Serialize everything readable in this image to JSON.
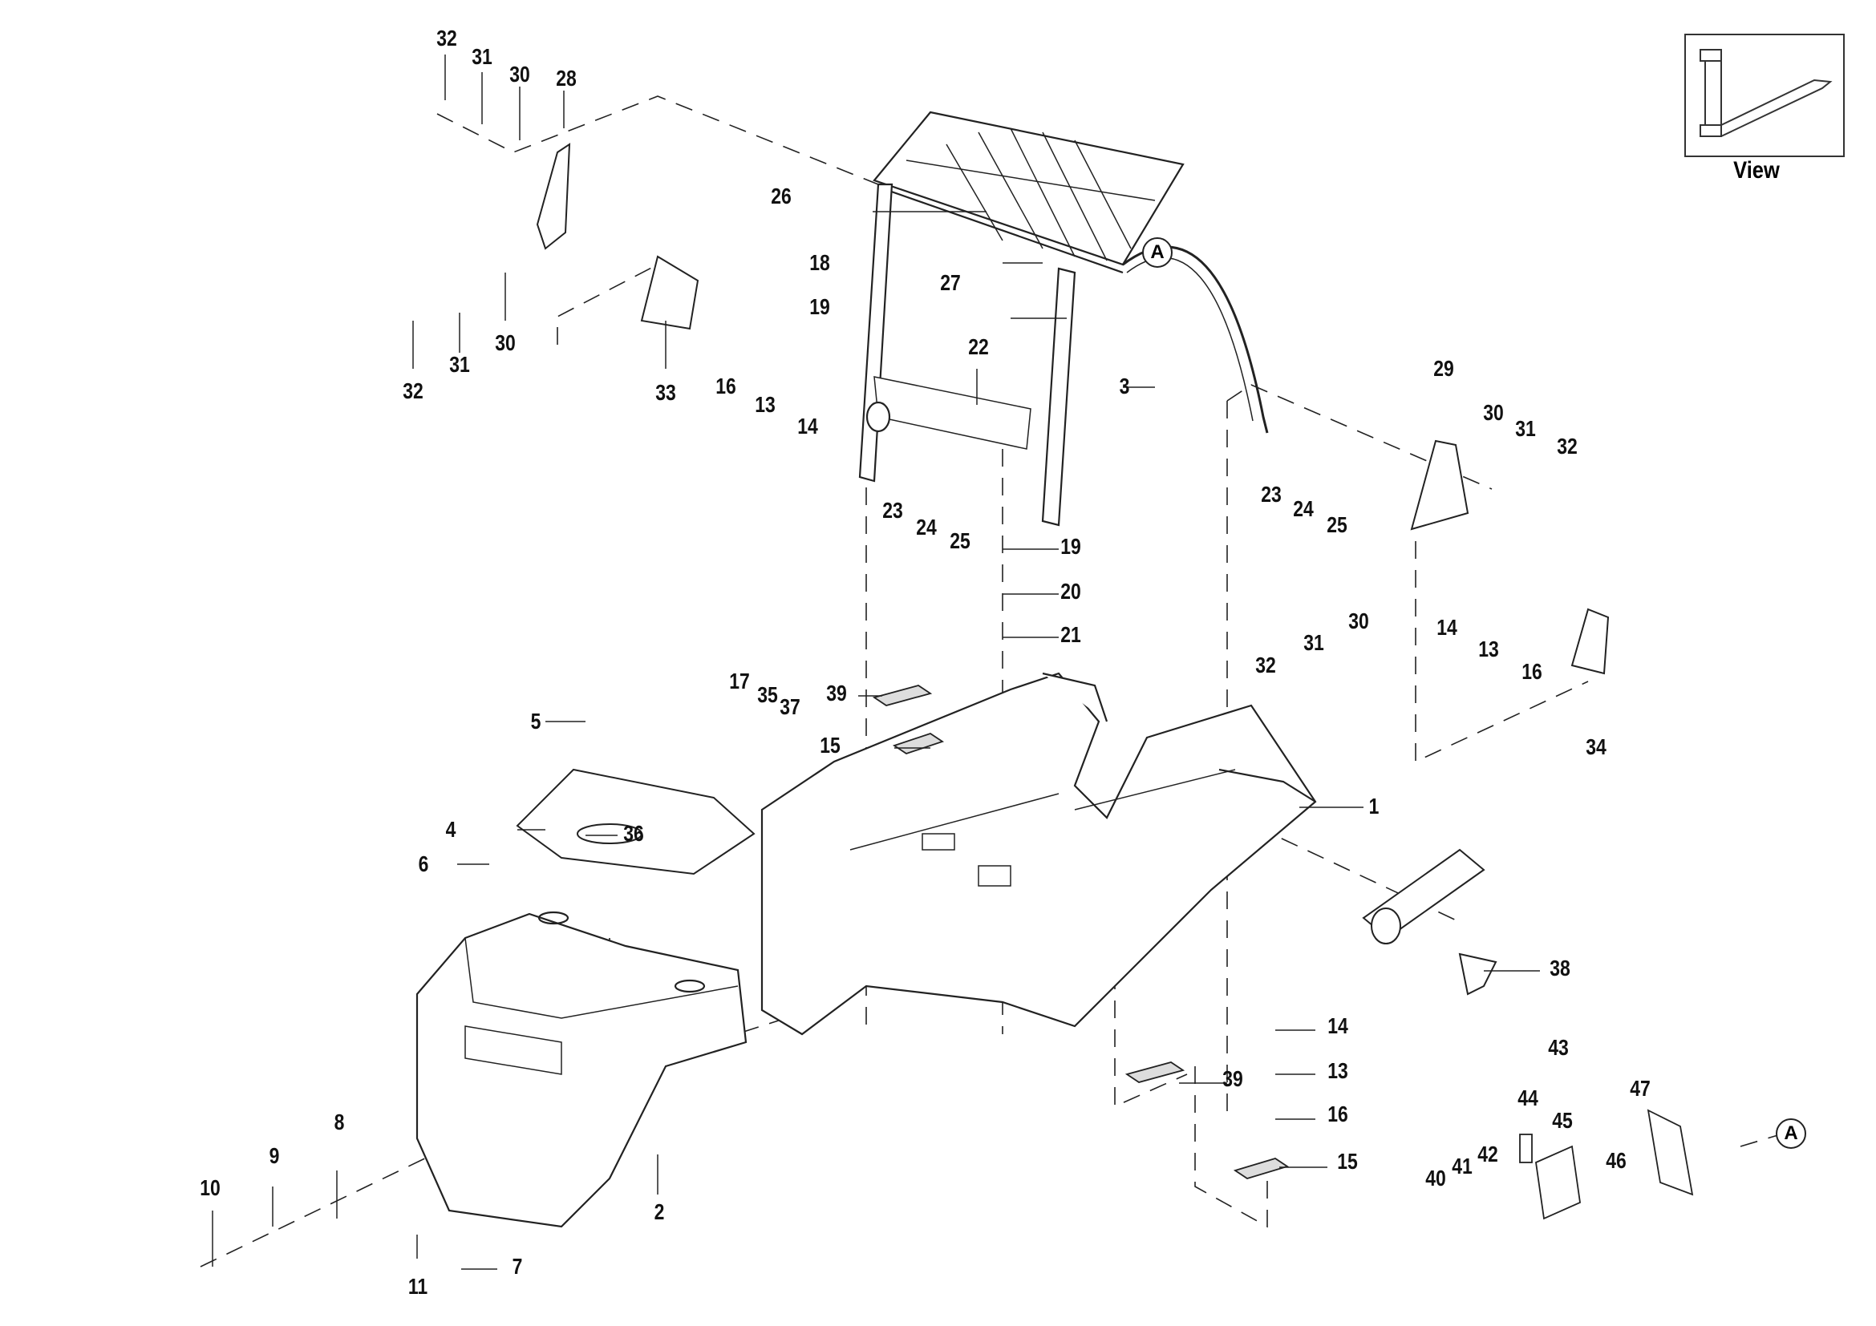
{
  "diagram": {
    "title": "Forklift overhead guard, counterweight and chassis exploded parts view",
    "view_label": "View",
    "callout_label": "A",
    "part_labels": [
      {
        "id": "l32a",
        "text": "32"
      },
      {
        "id": "l31a",
        "text": "31"
      },
      {
        "id": "l30a",
        "text": "30"
      },
      {
        "id": "l28",
        "text": "28"
      },
      {
        "id": "l32b",
        "text": "32"
      },
      {
        "id": "l31b",
        "text": "31"
      },
      {
        "id": "l30b",
        "text": "30"
      },
      {
        "id": "l33",
        "text": "33"
      },
      {
        "id": "l16a",
        "text": "16"
      },
      {
        "id": "l13a",
        "text": "13"
      },
      {
        "id": "l14a",
        "text": "14"
      },
      {
        "id": "l26",
        "text": "26"
      },
      {
        "id": "l18",
        "text": "18"
      },
      {
        "id": "l19a",
        "text": "19"
      },
      {
        "id": "l27",
        "text": "27"
      },
      {
        "id": "l22",
        "text": "22"
      },
      {
        "id": "l3",
        "text": "3"
      },
      {
        "id": "l23a",
        "text": "23"
      },
      {
        "id": "l24a",
        "text": "24"
      },
      {
        "id": "l25a",
        "text": "25"
      },
      {
        "id": "l19b",
        "text": "19"
      },
      {
        "id": "l20",
        "text": "20"
      },
      {
        "id": "l21",
        "text": "21"
      },
      {
        "id": "l23b",
        "text": "23"
      },
      {
        "id": "l24b",
        "text": "24"
      },
      {
        "id": "l25b",
        "text": "25"
      },
      {
        "id": "l29",
        "text": "29"
      },
      {
        "id": "l30c",
        "text": "30"
      },
      {
        "id": "l31c",
        "text": "31"
      },
      {
        "id": "l32c",
        "text": "32"
      },
      {
        "id": "l32d",
        "text": "32"
      },
      {
        "id": "l31d",
        "text": "31"
      },
      {
        "id": "l30d",
        "text": "30"
      },
      {
        "id": "l14b",
        "text": "14"
      },
      {
        "id": "l13b",
        "text": "13"
      },
      {
        "id": "l16b",
        "text": "16"
      },
      {
        "id": "l34",
        "text": "34"
      },
      {
        "id": "l17",
        "text": "17"
      },
      {
        "id": "l35",
        "text": "35"
      },
      {
        "id": "l37",
        "text": "37"
      },
      {
        "id": "l39a",
        "text": "39"
      },
      {
        "id": "l15a",
        "text": "15"
      },
      {
        "id": "l5",
        "text": "5"
      },
      {
        "id": "l4",
        "text": "4"
      },
      {
        "id": "l36",
        "text": "36"
      },
      {
        "id": "l6",
        "text": "6"
      },
      {
        "id": "l1",
        "text": "1"
      },
      {
        "id": "l38",
        "text": "38"
      },
      {
        "id": "l14c",
        "text": "14"
      },
      {
        "id": "l13c",
        "text": "13"
      },
      {
        "id": "l39b",
        "text": "39"
      },
      {
        "id": "l16c",
        "text": "16"
      },
      {
        "id": "l15b",
        "text": "15"
      },
      {
        "id": "l43",
        "text": "43"
      },
      {
        "id": "l44",
        "text": "44"
      },
      {
        "id": "l45",
        "text": "45"
      },
      {
        "id": "l47",
        "text": "47"
      },
      {
        "id": "l46",
        "text": "46"
      },
      {
        "id": "l40",
        "text": "40"
      },
      {
        "id": "l41",
        "text": "41"
      },
      {
        "id": "l42",
        "text": "42"
      },
      {
        "id": "l8",
        "text": "8"
      },
      {
        "id": "l9",
        "text": "9"
      },
      {
        "id": "l10",
        "text": "10"
      },
      {
        "id": "l2",
        "text": "2"
      },
      {
        "id": "l11",
        "text": "11"
      },
      {
        "id": "l7",
        "text": "7"
      }
    ]
  }
}
